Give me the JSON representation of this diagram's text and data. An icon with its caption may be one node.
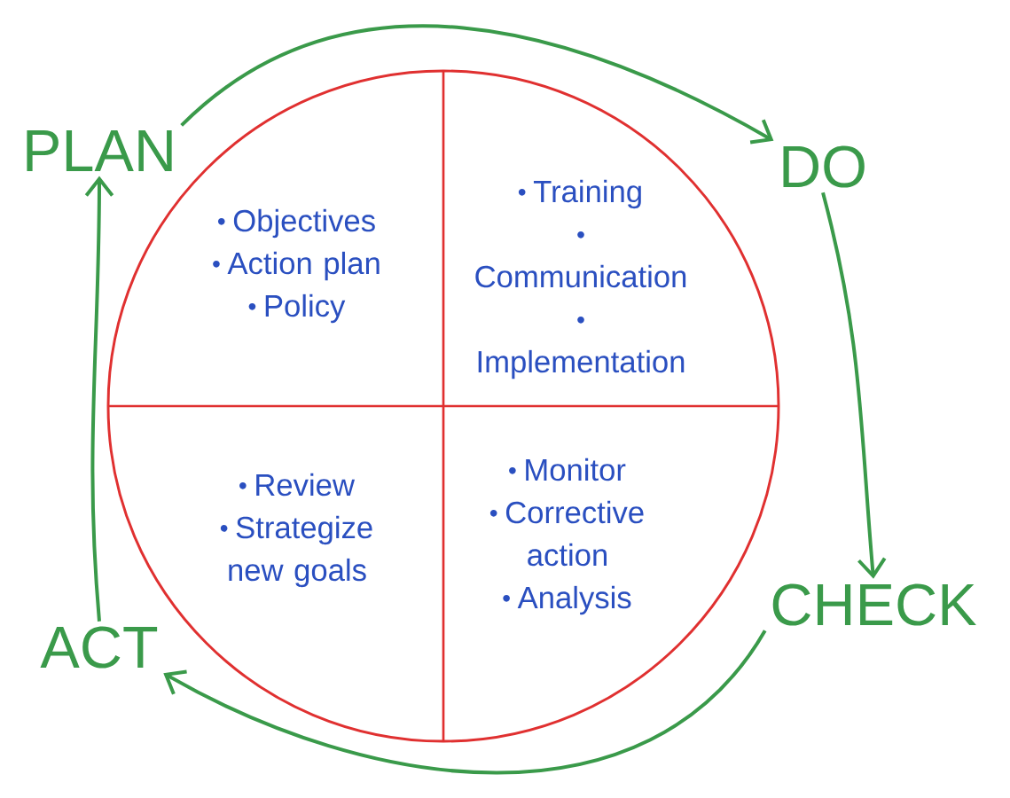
{
  "diagram": {
    "nodes": [
      {
        "text": [
          "PLAN"
        ]
      },
      {
        "text": [
          "DO"
        ]
      },
      {
        "text": [
          "CHECK"
        ]
      },
      {
        "text": [
          "ACT"
        ]
      },
      {
        "text": [],
        "shape": "circle"
      },
      {
        "text": [
          "Objectives",
          "Action plan",
          "Policy"
        ],
        "in": 4
      },
      {
        "text": [
          "Training",
          "Communication",
          "Implementation"
        ],
        "in": 4
      },
      {
        "text": [
          "Review",
          "Strategize new goals"
        ],
        "in": 4
      },
      {
        "text": [
          "Monitor",
          "Corrective action",
          "Analysis"
        ],
        "in": 4
      }
    ],
    "edges": [
      {
        "from": 0,
        "to": 1,
        "arrow": "to"
      },
      {
        "from": 1,
        "to": 2,
        "arrow": "to"
      },
      {
        "from": 2,
        "to": 3,
        "arrow": "to"
      },
      {
        "from": 3,
        "to": 0,
        "arrow": "to"
      }
    ]
  }
}
